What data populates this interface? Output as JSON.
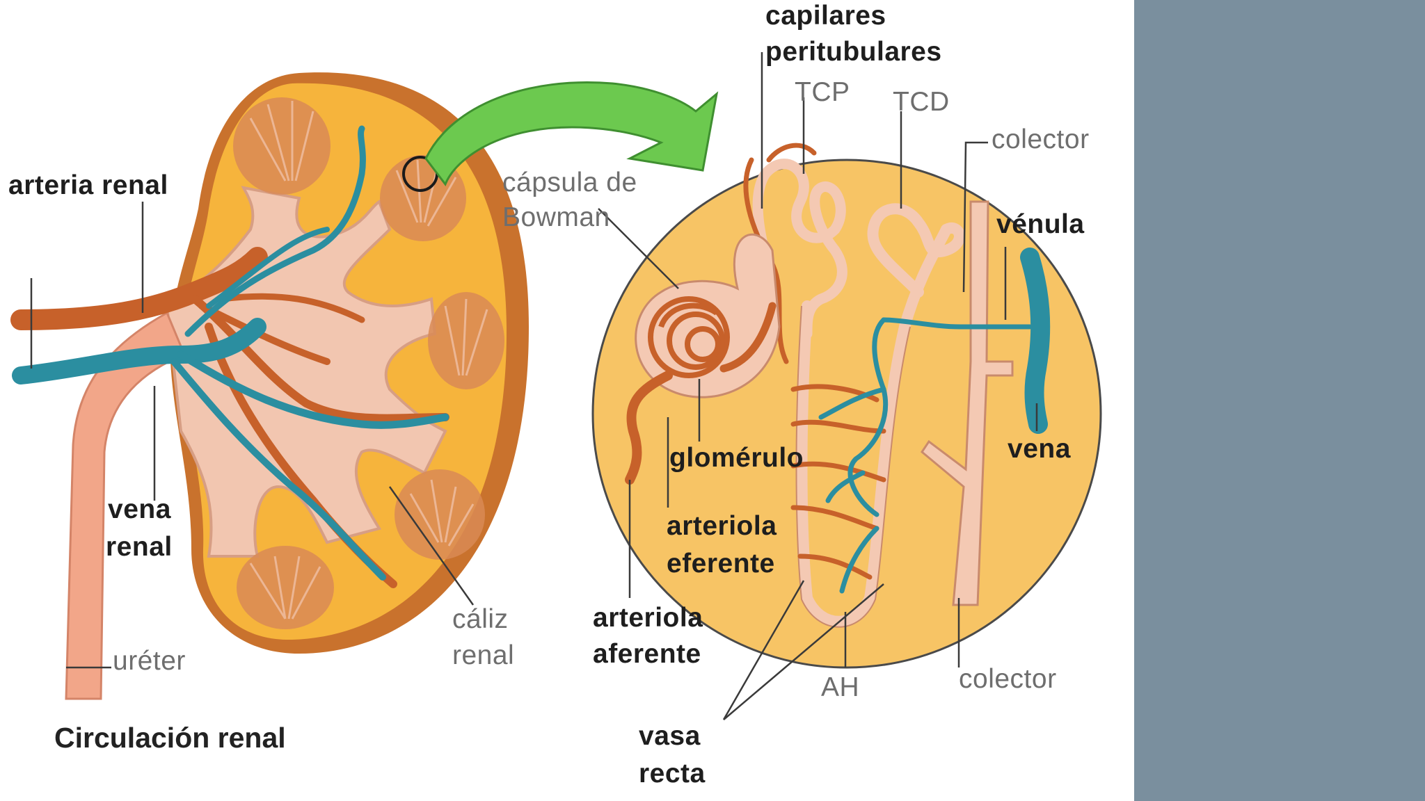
{
  "title": "Circulación renal",
  "labels": {
    "arteria_renal": "arteria renal",
    "vena_renal_1": "vena",
    "vena_renal_2": "renal",
    "ureter": "uréter",
    "caliz_1": "cáliz",
    "caliz_2": "renal",
    "capsula_1": "cápsula de",
    "capsula_2": "Bowman",
    "capilares_1": "capilares",
    "capilares_2": "peritubulares",
    "tcp": "TCP",
    "tcd": "TCD",
    "colector_top": "colector",
    "venula": "vénula",
    "vena": "vena",
    "glomerulo": "glomérulo",
    "eferente_1": "arteriola",
    "eferente_2": "eferente",
    "aferente_1": "arteriola",
    "aferente_2": "aferente",
    "ah": "AH",
    "colector_bottom": "colector",
    "vasa_1": "vasa",
    "vasa_2": "recta"
  },
  "colors": {
    "side_panel": "#7a8f9e",
    "kidney_fill": "#f6b43c",
    "kidney_rim": "#c9722d",
    "artery": "#c7612a",
    "vein": "#2b8ea0",
    "pelvis": "#f2c6b0",
    "tubule": "#f4c9b3",
    "arrow": "#6cc94f",
    "inset_fill": "#f7c465"
  }
}
